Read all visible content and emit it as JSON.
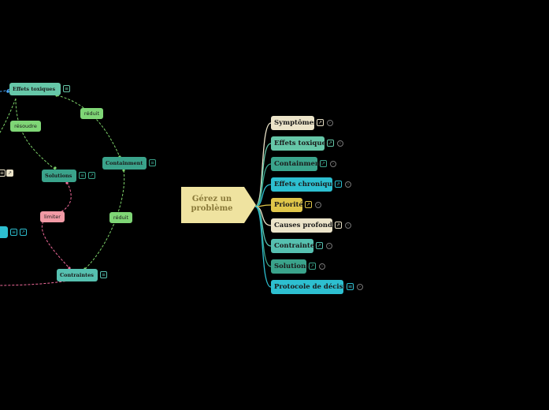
{
  "root": {
    "label": "Gérez un problème"
  },
  "branches": [
    {
      "label": "Symptômes",
      "color": "#ece4c9",
      "icon": "link-icon"
    },
    {
      "label": "Effets toxiques",
      "color": "#66c7a8",
      "icon": "link-icon"
    },
    {
      "label": "Containment",
      "color": "#3aa38b",
      "icon": "link-icon"
    },
    {
      "label": "Effets chroniques",
      "color": "#2dbfd0",
      "icon": "link-icon"
    },
    {
      "label": "Priorité",
      "color": "#e0c64a",
      "icon": "link-icon"
    },
    {
      "label": "Causes profondes",
      "color": "#ece4c9",
      "icon": "link-icon"
    },
    {
      "label": "Contraintes",
      "color": "#56c0b0",
      "icon": "link-icon"
    },
    {
      "label": "Solutions",
      "color": "#3aa38b",
      "icon": "link-icon"
    },
    {
      "label": "Protocole de décision",
      "color": "#2dbfd0",
      "icon": "notes-icon"
    }
  ],
  "concept_map": {
    "nodes": [
      {
        "label": "Effets toxiques"
      },
      {
        "label": "Containment"
      },
      {
        "label": "Solutions"
      },
      {
        "label": "Contraintes"
      }
    ],
    "relations": [
      {
        "label": "réduit"
      },
      {
        "label": "résoudre"
      },
      {
        "label": "limiter"
      },
      {
        "label": "réduit"
      }
    ]
  },
  "colors": {
    "background": "#000000",
    "root_fill": "#efe3a0",
    "dashed_green": "#7ed36a",
    "dashed_pink": "#f06a9a",
    "tag_green": "#7fd676",
    "tag_pink": "#f29aa5"
  }
}
